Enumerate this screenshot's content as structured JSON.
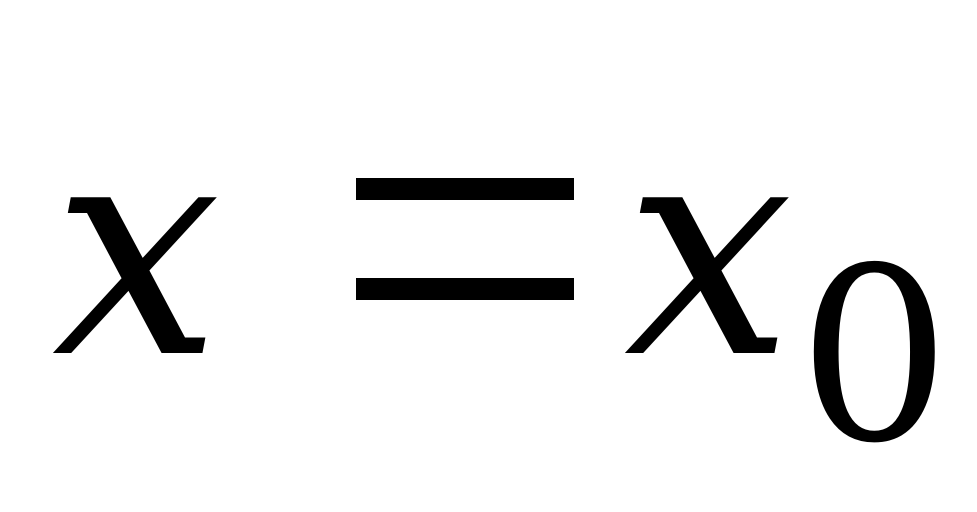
{
  "equation": {
    "lhs_variable": "x",
    "operator": "=",
    "rhs_variable": "x",
    "rhs_subscript": "0"
  }
}
